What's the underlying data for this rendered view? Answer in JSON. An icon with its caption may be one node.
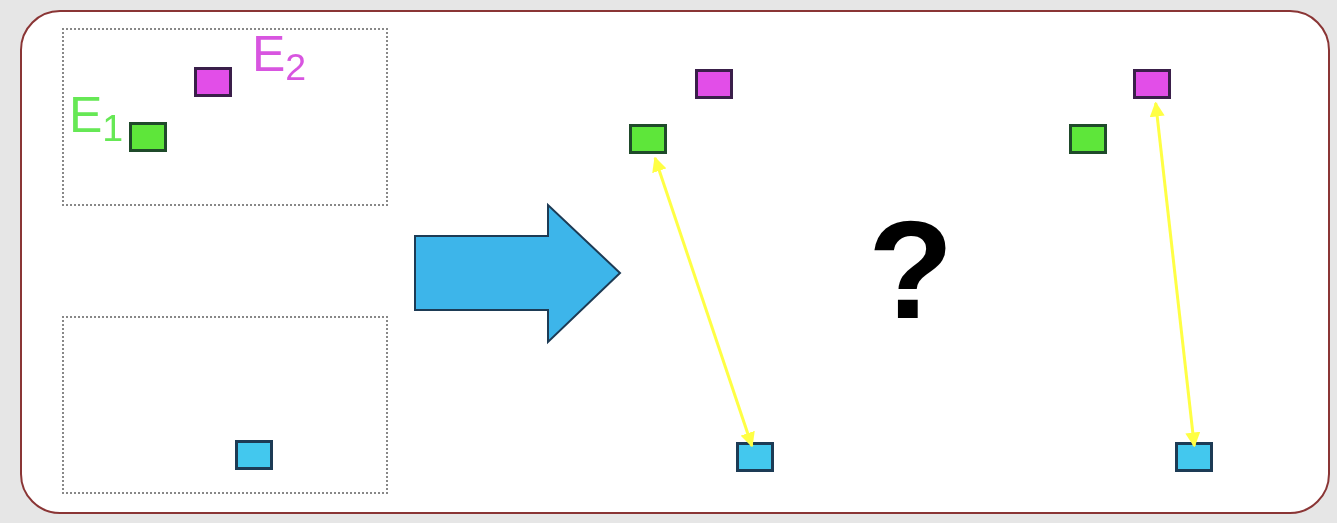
{
  "diagram": {
    "nodes": [
      {
        "text": [],
        "shape": "box"
      },
      {
        "text": [],
        "shape": "box",
        "in": 0
      },
      {
        "text": [],
        "shape": "box",
        "in": 1,
        "beside": [
          "E$_{1}$"
        ]
      },
      {
        "text": [],
        "shape": "box",
        "in": 1,
        "beside": [
          "E$_{2}$"
        ]
      },
      {
        "text": [],
        "shape": "box",
        "in": 0
      },
      {
        "text": [],
        "shape": "box",
        "in": 4
      },
      {
        "text": [],
        "shape": "box",
        "in": 0
      },
      {
        "text": [],
        "shape": "box",
        "in": 0
      },
      {
        "text": [],
        "shape": "box",
        "in": 0
      },
      {
        "text": [],
        "shape": "box",
        "in": 0
      },
      {
        "text": [],
        "shape": "box",
        "in": 0
      },
      {
        "text": [],
        "shape": "box",
        "in": 0
      }
    ],
    "edges": [
      {
        "from": 7,
        "to": 8,
        "arrow": "both"
      },
      {
        "from": 9,
        "to": 11,
        "arrow": "both"
      }
    ],
    "labels": [
      "?"
    ]
  }
}
